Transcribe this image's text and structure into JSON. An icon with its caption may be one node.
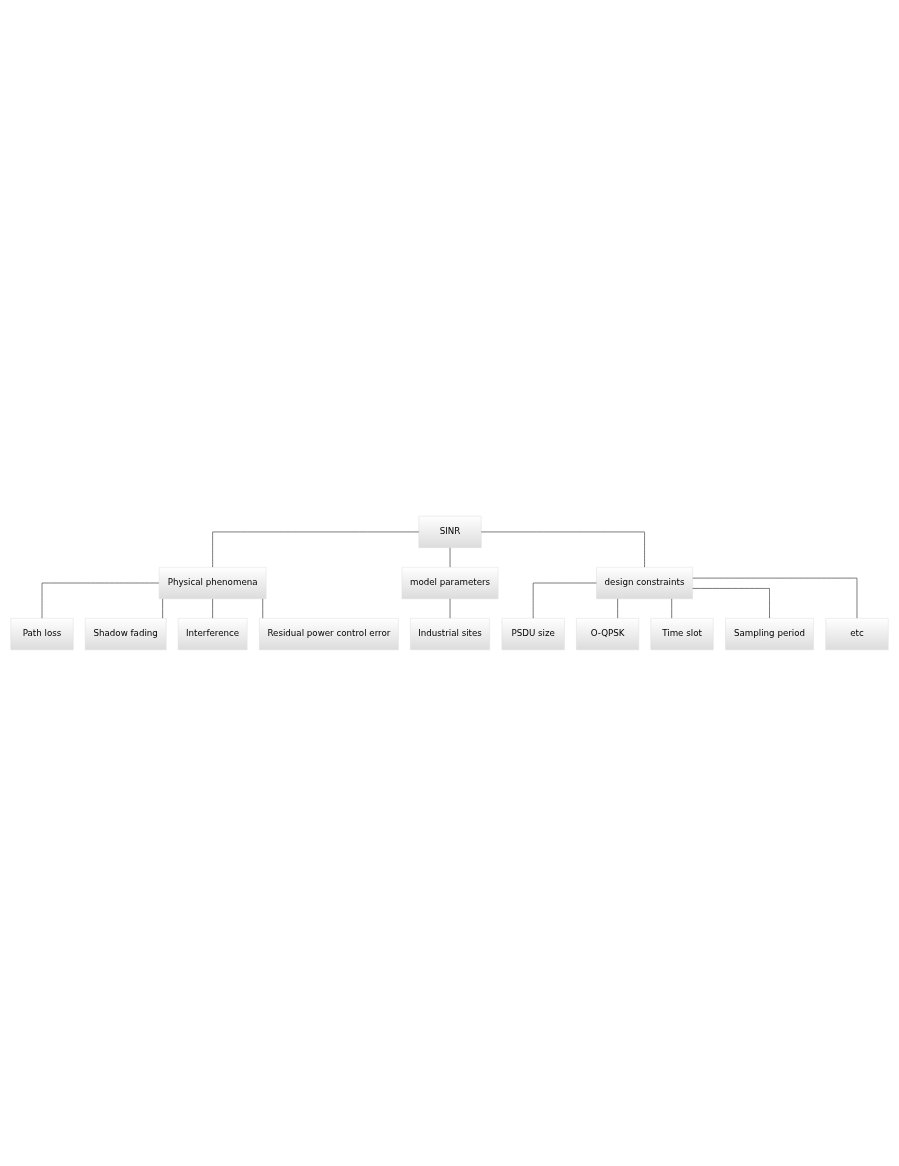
{
  "diagram": {
    "nodes": [
      {
        "text": [
          "SINR"
        ]
      },
      {
        "text": [
          "Physical phenomena"
        ]
      },
      {
        "text": [
          "model parameters"
        ]
      },
      {
        "text": [
          "design constraints"
        ]
      },
      {
        "text": [
          "Path loss"
        ]
      },
      {
        "text": [
          "Shadow fading"
        ]
      },
      {
        "text": [
          "Interference"
        ]
      },
      {
        "text": [
          "Residual power control error"
        ]
      },
      {
        "text": [
          "Industrial sites"
        ]
      },
      {
        "text": [
          "PSDU size"
        ]
      },
      {
        "text": [
          "O-QPSK"
        ]
      },
      {
        "text": [
          "Time slot"
        ]
      },
      {
        "text": [
          "Sampling period"
        ]
      },
      {
        "text": [
          "etc"
        ]
      }
    ],
    "edges": [
      {
        "from": 0,
        "to": 1,
        "arrow": "none"
      },
      {
        "from": 0,
        "to": 2,
        "arrow": "none"
      },
      {
        "from": 0,
        "to": 3,
        "arrow": "none"
      },
      {
        "from": 1,
        "to": 4,
        "arrow": "none"
      },
      {
        "from": 1,
        "to": 5,
        "arrow": "none"
      },
      {
        "from": 1,
        "to": 6,
        "arrow": "none"
      },
      {
        "from": 1,
        "to": 7,
        "arrow": "none"
      },
      {
        "from": 2,
        "to": 8,
        "arrow": "none"
      },
      {
        "from": 3,
        "to": 9,
        "arrow": "none"
      },
      {
        "from": 3,
        "to": 10,
        "arrow": "none"
      },
      {
        "from": 3,
        "to": 11,
        "arrow": "none"
      },
      {
        "from": 3,
        "to": 12,
        "arrow": "none"
      },
      {
        "from": 3,
        "to": 13,
        "arrow": "none"
      }
    ]
  }
}
